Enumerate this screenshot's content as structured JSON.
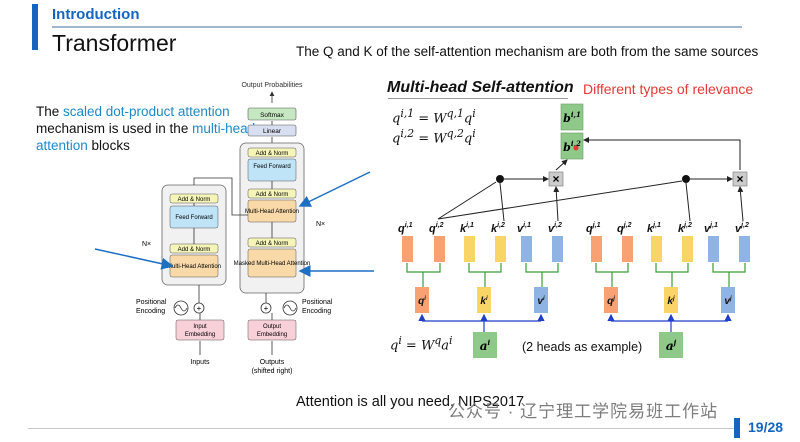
{
  "header": {
    "section": "Introduction",
    "title": "Transformer",
    "page": "19/28"
  },
  "top_note": "The Q and K of the self-attention mechanism are both from the same sources",
  "left_note": {
    "part1": "The ",
    "hl1": "scaled dot-product attention",
    "part2": " mechanism is used in the ",
    "hl2": "multi-head attention",
    "part3": " blocks"
  },
  "mha": {
    "title": "Multi-head Self-attention",
    "relevance_note": "Different types of relevance",
    "eq1": "q^{i,1} = W^{q,1} q^i",
    "eq2": "q^{i,2} = W^{q,2} q^i",
    "eq3": "q^i = W^q a^i",
    "heads_note": "(2 heads as example)",
    "out_top": "b^{i,1}",
    "out_bottom": "b^{i,2}",
    "head_labels_i": [
      "q^{i,1}",
      "q^{i,2}",
      "k^{i,1}",
      "k^{i,2}",
      "v^{i,1}",
      "v^{i,2}"
    ],
    "head_labels_j": [
      "q^{j,1}",
      "q^{j,2}",
      "k^{j,1}",
      "k^{j,2}",
      "v^{j,1}",
      "v^{j,2}"
    ],
    "mid_labels_i": [
      "q^i",
      "k^i",
      "v^i"
    ],
    "mid_labels_j": [
      "q^j",
      "k^j",
      "v^j"
    ],
    "input_i": "a^i",
    "input_j": "a^j",
    "colors": {
      "q": "#f8a173",
      "k": "#f9d567",
      "v": "#8fb3e3",
      "out": "#8fc98a",
      "in": "#8fc98a"
    }
  },
  "transformer": {
    "out_probs": "Output Probabilities",
    "softmax": "Softmax",
    "linear": "Linear",
    "add_norm": "Add & Norm",
    "feed_forward": "Feed Forward",
    "multi_head": "Multi-Head Attention",
    "masked_multi_head": "Masked Multi-Head Attention",
    "nx": "N×",
    "positional_encoding": "Positional Encoding",
    "input_embedding": "Input Embedding",
    "output_embedding": "Output Embedding",
    "inputs": "Inputs",
    "outputs": "Outputs",
    "shifted": "(shifted right)"
  },
  "reference": "Attention is all you need, NIPS2017",
  "watermark": "公众号 · 辽宁理工学院易班工作站"
}
